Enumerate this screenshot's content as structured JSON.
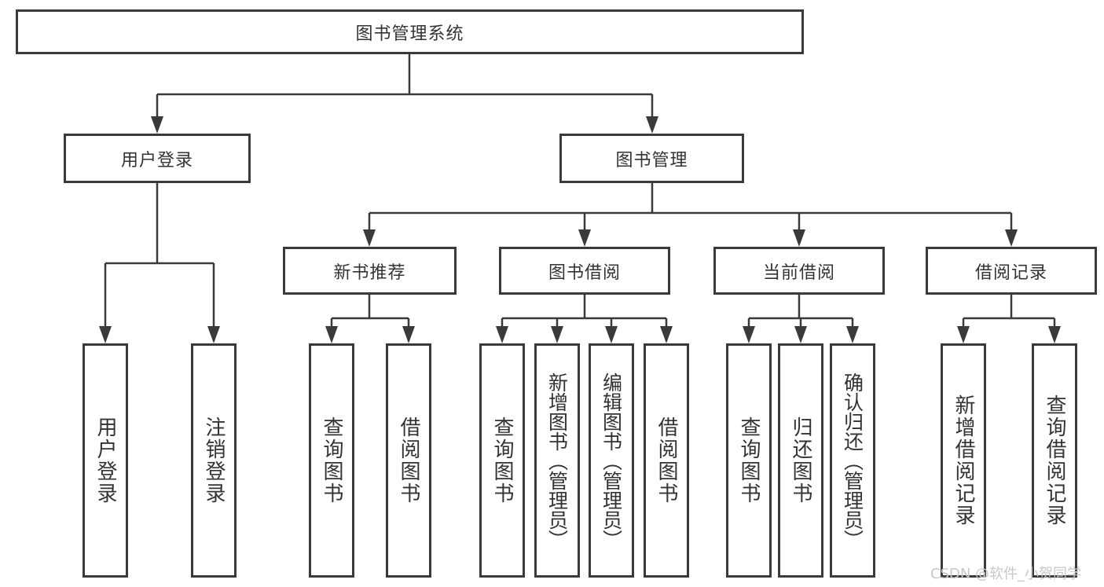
{
  "diagram": {
    "root": {
      "label": "图书管理系统"
    },
    "level2": [
      {
        "label": "用户登录"
      },
      {
        "label": "图书管理"
      }
    ],
    "level3": [
      {
        "label": "新书推荐"
      },
      {
        "label": "图书借阅"
      },
      {
        "label": "当前借阅"
      },
      {
        "label": "借阅记录"
      }
    ],
    "leaves": {
      "user": [
        "用户登录",
        "注销登录"
      ],
      "recommend": [
        "查询图书",
        "借阅图书"
      ],
      "borrow": [
        "查询图书",
        "新增图书（管理员）",
        "编辑图书（管理员）",
        "借阅图书"
      ],
      "current": [
        "查询图书",
        "归还图书",
        "确认归还（管理员）"
      ],
      "records": [
        "新增借阅记录",
        "查询借阅记录"
      ]
    },
    "watermark": "CSDN @软件_小贺同学",
    "colors": {
      "line": "#3a3a3a",
      "text": "#333333",
      "box_background": "#ffffff",
      "watermark": "#c8c8c8"
    }
  }
}
